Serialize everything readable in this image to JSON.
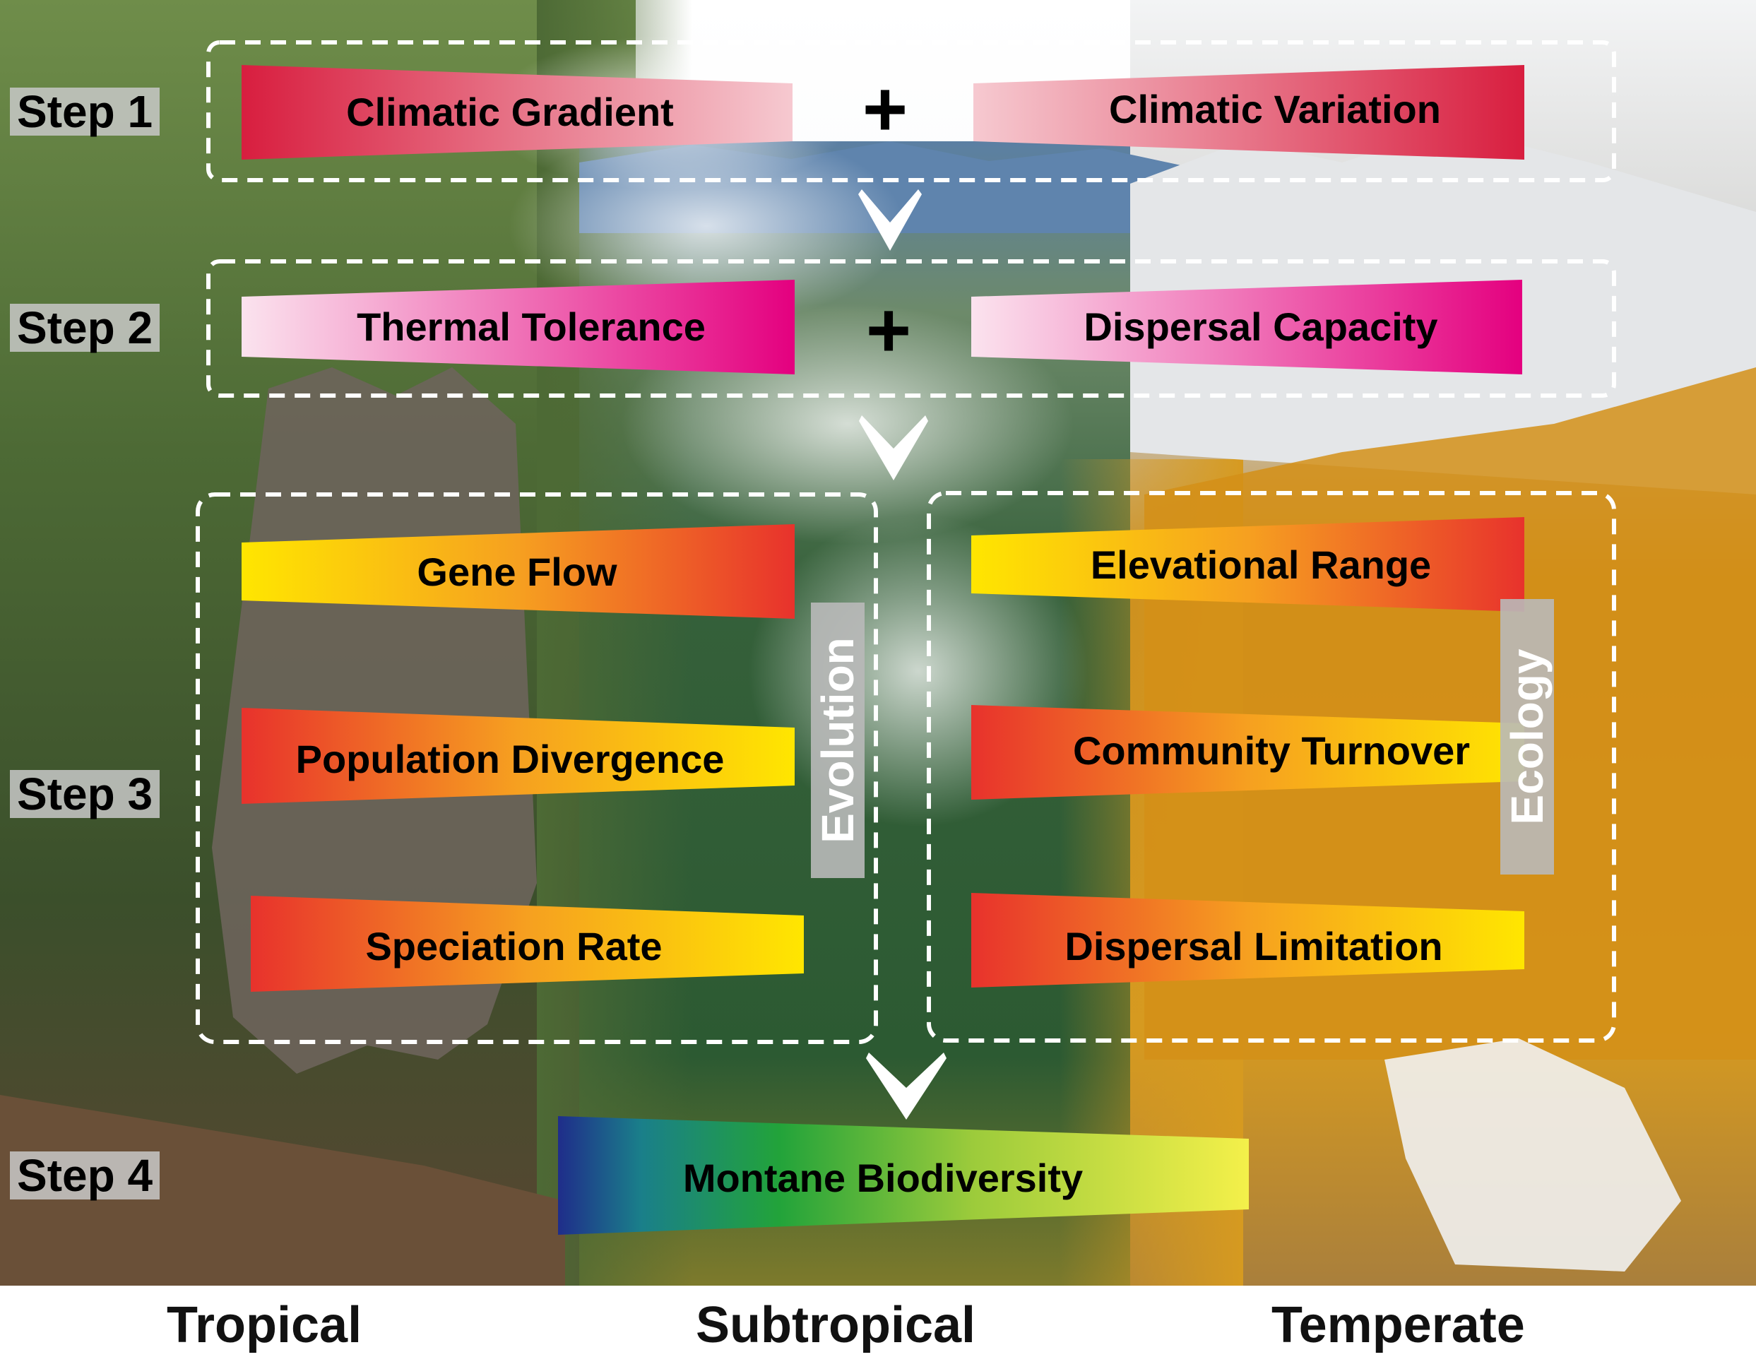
{
  "steps": [
    "Step 1",
    "Step 2",
    "Step 3",
    "Step 4"
  ],
  "step1": {
    "left": "Climatic Gradient",
    "right": "Climatic Variation",
    "operator": "+"
  },
  "step2": {
    "left": "Thermal Tolerance",
    "right": "Dispersal Capacity",
    "operator": "+"
  },
  "evolution": {
    "label": "Evolution",
    "items": [
      "Gene Flow",
      "Population Divergence",
      "Speciation Rate"
    ]
  },
  "ecology": {
    "label": "Ecology",
    "items": [
      "Elevational Range",
      "Community Turnover",
      "Dispersal Limitation"
    ]
  },
  "step4": {
    "result": "Montane Biodiversity"
  },
  "zones": [
    "Tropical",
    "Subtropical",
    "Temperate"
  ],
  "colors": {
    "step1_banner": "#d81e3f",
    "step2_banner": "#e4007f",
    "step3_hot": "#e8322c",
    "step3_warm": "#ffe600",
    "step4_start": "#1f2d8a",
    "step4_mid": "#22a33a",
    "step4_end": "#f4f04a",
    "dashed_line": "#ffffff",
    "tropical_forest": "#3d5a2c",
    "subtropical_forest": "#2f5a35",
    "temperate_larch": "#d9961a",
    "snow": "#eef0f2"
  },
  "icons": [
    "down-arrow-icon",
    "chevron-right-icon",
    "plus-icon"
  ]
}
